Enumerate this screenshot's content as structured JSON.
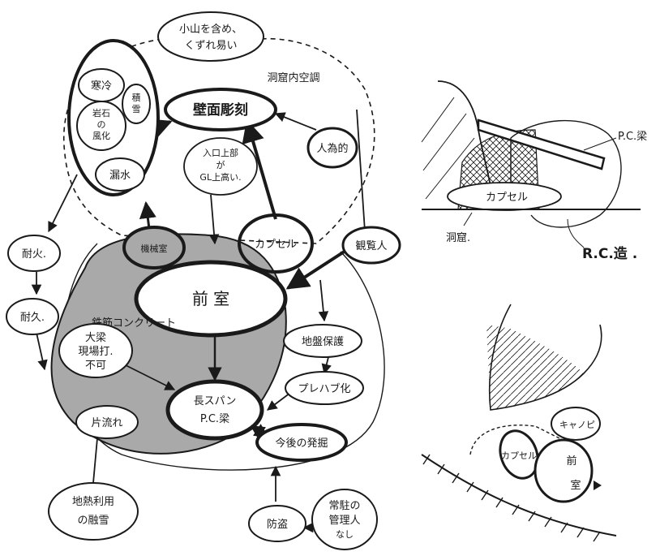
{
  "diagram": {
    "nodes": {
      "koyama": [
        "小山を含め、",
        "くずれ易い"
      ],
      "doukutsu_kuchou": "洞窟内空調",
      "kanrei": "寒冷",
      "ganseki_fuuka": [
        "岩石",
        "の",
        "風化"
      ],
      "kiroku": [
        "積",
        "雪"
      ],
      "rousui": "漏水",
      "hekimen_chokoku": "壁面彫刻",
      "iriguchi": [
        "入口上部",
        "が",
        "GL上高い."
      ],
      "jinteki": "人為的",
      "taika": "耐火.",
      "taikyuu": "耐久.",
      "kikaishitsu": "機械室",
      "capsule": "カプセル",
      "kanrannin": "観覧人",
      "zenshitsu": "前 室",
      "tekkin": "鉄筋コンクリート",
      "ooharigenba": [
        "大梁",
        "現場打.",
        "不可"
      ],
      "jiban_hogo": "地盤保護",
      "prefab": "プレハブ化",
      "choospan": [
        "長スパン",
        "P.C.梁"
      ],
      "katadaore": "片流れ",
      "kongo_hakkutsu": "今後の発掘",
      "chinetsu": [
        "地熱利用",
        "の融雪"
      ],
      "bouhan": "防盗",
      "jouchuu": [
        "常駐の",
        "管理人",
        "なし"
      ]
    },
    "section_top": {
      "pc_beam": "P.C.梁",
      "capsule": "カプセル",
      "doukutsu": "洞窟.",
      "rc": "R.C.造 ."
    },
    "section_bottom": {
      "capsule": "カプセル",
      "zenshitsu": [
        "前",
        "室"
      ],
      "canopy": "キャノピ"
    }
  }
}
